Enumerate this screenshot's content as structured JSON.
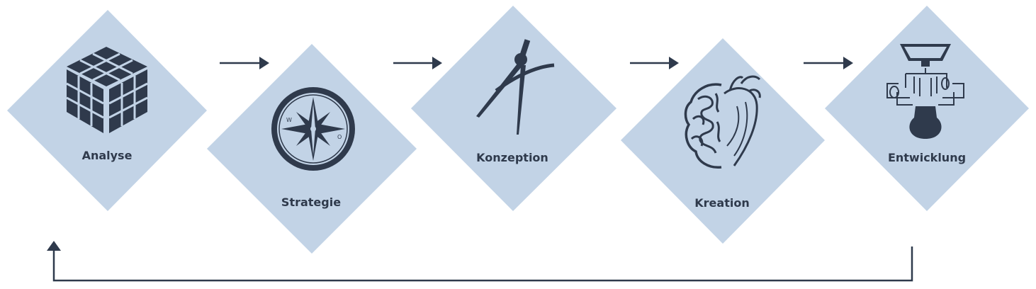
{
  "steps": [
    {
      "label": "Analyse",
      "icon": "rubiks-cube-icon"
    },
    {
      "label": "Strategie",
      "icon": "compass-icon"
    },
    {
      "label": "Konzeption",
      "icon": "drawing-compass-icon"
    },
    {
      "label": "Kreation",
      "icon": "brain-heart-icon"
    },
    {
      "label": "Entwicklung",
      "icon": "circuit-lightbulb-icon"
    }
  ],
  "colors": {
    "diamond": "#c2d3e6",
    "ink": "#2f3a4c",
    "background": "#ffffff"
  }
}
